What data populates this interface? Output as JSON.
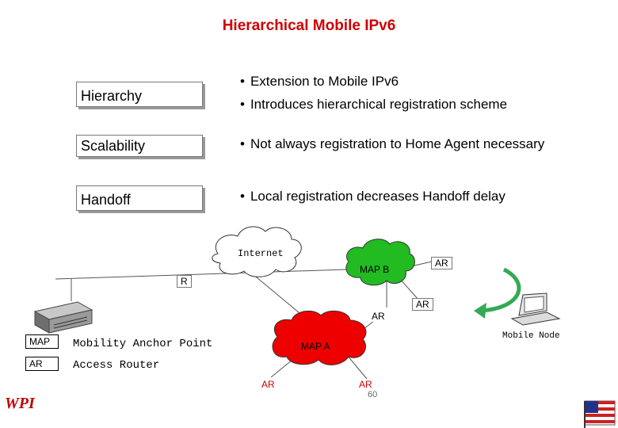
{
  "title": "Hierarchical Mobile IPv6",
  "features": [
    {
      "label": "Hierarchy",
      "bullets": [
        "Extension to Mobile IPv6",
        "Introduces hierarchical registration scheme"
      ]
    },
    {
      "label": "Scalability",
      "bullets": [
        "Not always registration to Home Agent necessary"
      ]
    },
    {
      "label": "Handoff",
      "bullets": [
        "Local registration decreases Handoff delay"
      ]
    }
  ],
  "bullet_char": "•",
  "diagram": {
    "internet": "Internet",
    "router": "R",
    "map_b": "MAP B",
    "map_a": "MAP A",
    "ar_top_right": "AR",
    "ar_mid_b": "AR",
    "ar_mid_right": "AR",
    "ar_bottom_left": "AR",
    "ar_bottom_right": "AR",
    "mobile_node": "Mobile Node"
  },
  "legend": [
    {
      "abbr": "MAP",
      "text": "Mobility Anchor Point"
    },
    {
      "abbr": "AR",
      "text": "Access Router"
    }
  ],
  "logo": "WPI",
  "page_number": "60",
  "colors": {
    "title": "#d00000",
    "map_a": "#ee0000",
    "map_b": "#22bb22",
    "arrow": "#33aa55",
    "lines": "#555555",
    "logo": "#c00000"
  }
}
